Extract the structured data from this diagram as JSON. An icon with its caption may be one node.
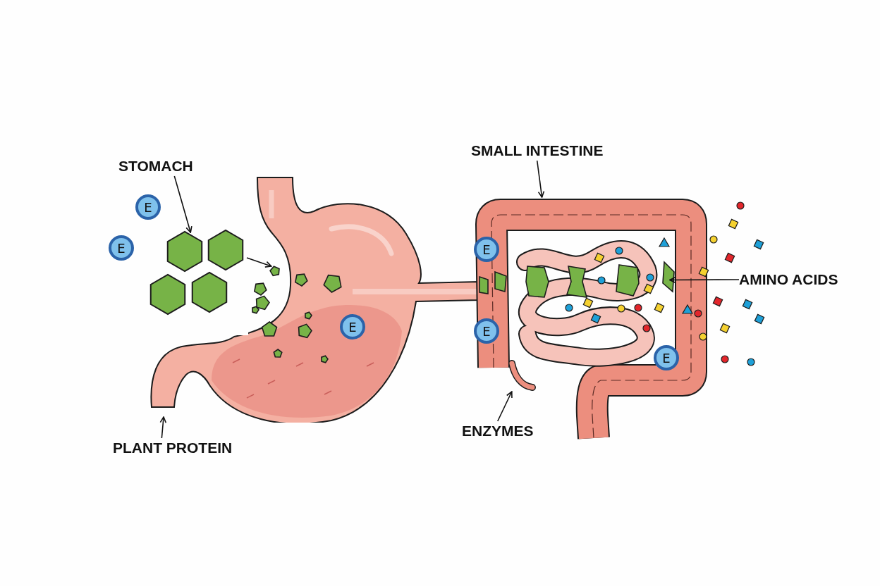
{
  "diagram": {
    "nodes": [
      {
        "text": [
          "STOMACH"
        ]
      },
      {
        "text": [
          "E"
        ]
      },
      {
        "text": [
          "E"
        ]
      },
      {
        "text": [],
        "shape": "picture"
      },
      {
        "text": [],
        "shape": "picture"
      },
      {
        "text": [],
        "shape": "picture",
        "in": 4
      },
      {
        "text": [
          "E"
        ],
        "in": 4
      },
      {
        "text": [
          "PLANT PROTEIN"
        ]
      },
      {
        "text": [
          "SMALL INTESTINE"
        ]
      },
      {
        "text": [],
        "shape": "picture"
      },
      {
        "text": [
          "E"
        ],
        "in": 9
      },
      {
        "text": [
          "E"
        ],
        "in": 9
      },
      {
        "text": [],
        "shape": "picture",
        "in": 9
      },
      {
        "text": [],
        "shape": "picture",
        "in": 9
      },
      {
        "text": [
          "E"
        ],
        "in": 9
      },
      {
        "text": [
          "ENZYMES"
        ]
      },
      {
        "text": [
          "AMINO ACIDS"
        ]
      },
      {
        "text": [],
        "shape": "picture"
      }
    ],
    "edges": [
      {
        "from": 0,
        "to": 3,
        "arrow": "to"
      },
      {
        "from": 3,
        "to": 5,
        "arrow": "to"
      },
      {
        "from": 7,
        "to": 17,
        "arrow": "to"
      },
      {
        "from": 8,
        "to": 9,
        "arrow": "to"
      },
      {
        "from": 15,
        "to": 12,
        "arrow": "to"
      },
      {
        "from": 16,
        "to": 13,
        "arrow": "to"
      }
    ]
  }
}
